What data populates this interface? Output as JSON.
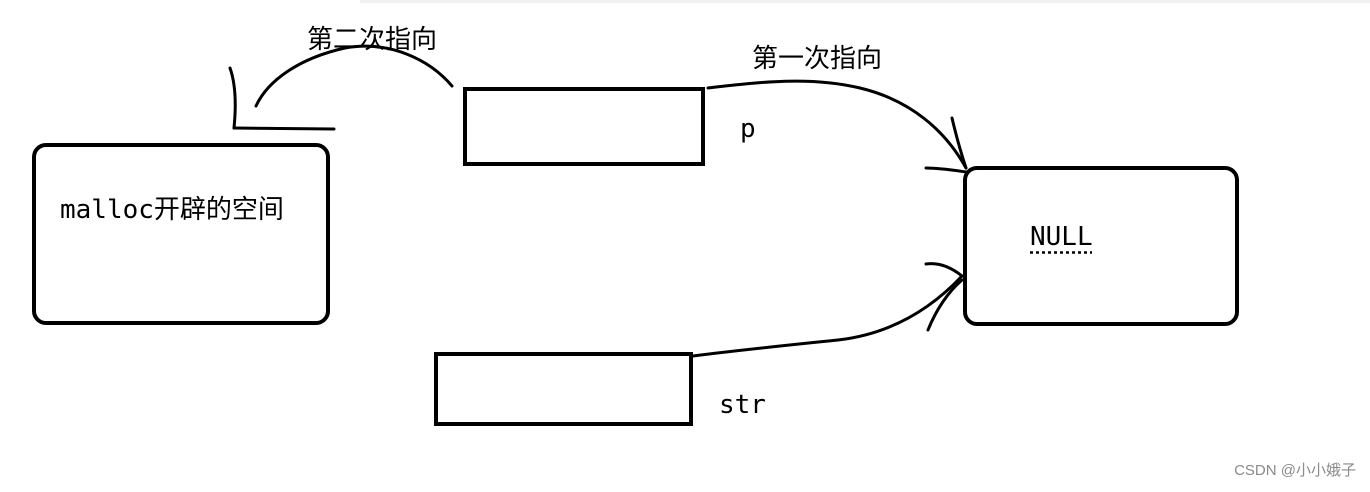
{
  "labels": {
    "second_point": "第二次指向",
    "first_point": "第一次指向",
    "p": "p",
    "str": "str",
    "malloc_space": "malloc开辟的空间",
    "null_box": "NULL"
  },
  "watermark": "CSDN @小小娥子",
  "colors": {
    "stroke": "#000000",
    "background": "#ffffff",
    "watermark": "#8a8a8a"
  }
}
